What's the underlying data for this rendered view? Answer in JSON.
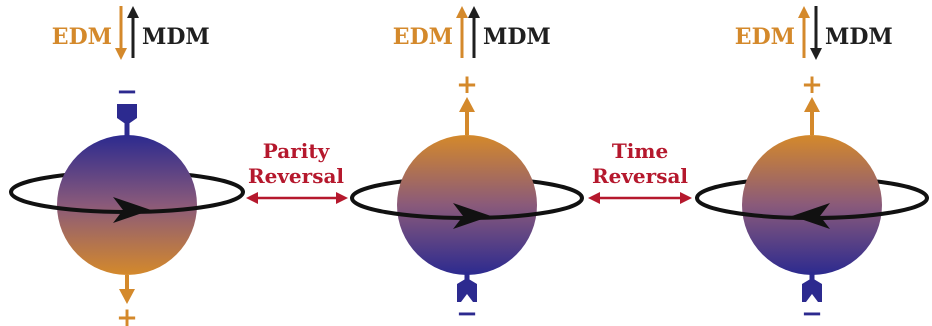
{
  "colors": {
    "edm": "#d4892b",
    "mdm": "#1f1f1f",
    "transform": "#b5182d",
    "top_blue": "#2c2a8f",
    "bottom_orange": "#d4892b"
  },
  "panels": [
    {
      "edm_label": "EDM",
      "mdm_label": "MDM",
      "edm_direction": "down",
      "mdm_direction": "up",
      "top_charge": "−",
      "bottom_charge": "+",
      "sphere_top_color": "blue",
      "spin_arrow": "right"
    },
    {
      "edm_label": "EDM",
      "mdm_label": "MDM",
      "edm_direction": "up",
      "mdm_direction": "up",
      "top_charge": "+",
      "bottom_charge": "−",
      "sphere_top_color": "orange",
      "spin_arrow": "right"
    },
    {
      "edm_label": "EDM",
      "mdm_label": "MDM",
      "edm_direction": "up",
      "mdm_direction": "down",
      "top_charge": "+",
      "bottom_charge": "−",
      "sphere_top_color": "orange",
      "spin_arrow": "left"
    }
  ],
  "transforms": [
    {
      "line1": "Parity",
      "line2": "Reversal"
    },
    {
      "line1": "Time",
      "line2": "Reversal"
    }
  ]
}
